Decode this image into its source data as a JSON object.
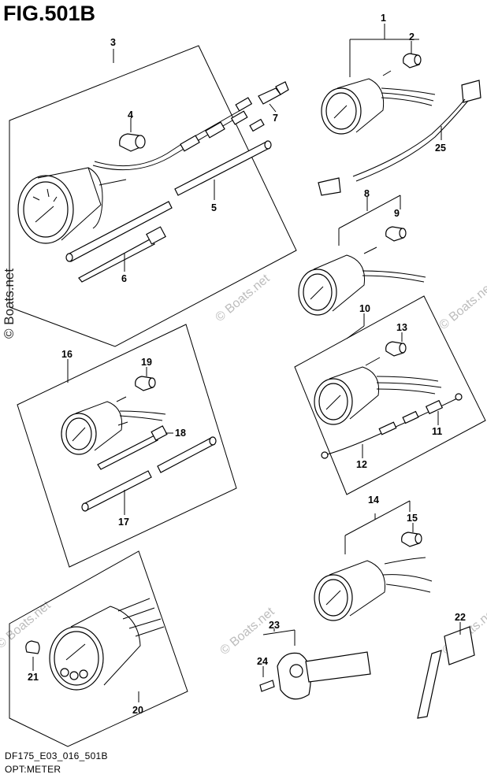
{
  "figure": {
    "title": "FIG.501B"
  },
  "footer": {
    "model_code": "DF175_E03_016_501B",
    "section": "OPT:METER"
  },
  "watermark": {
    "text": "© Boats.net"
  },
  "callouts": [
    "1",
    "2",
    "3",
    "4",
    "5",
    "6",
    "7",
    "8",
    "9",
    "10",
    "11",
    "12",
    "13",
    "14",
    "15",
    "16",
    "17",
    "18",
    "19",
    "20",
    "21",
    "22",
    "23",
    "24",
    "25"
  ]
}
